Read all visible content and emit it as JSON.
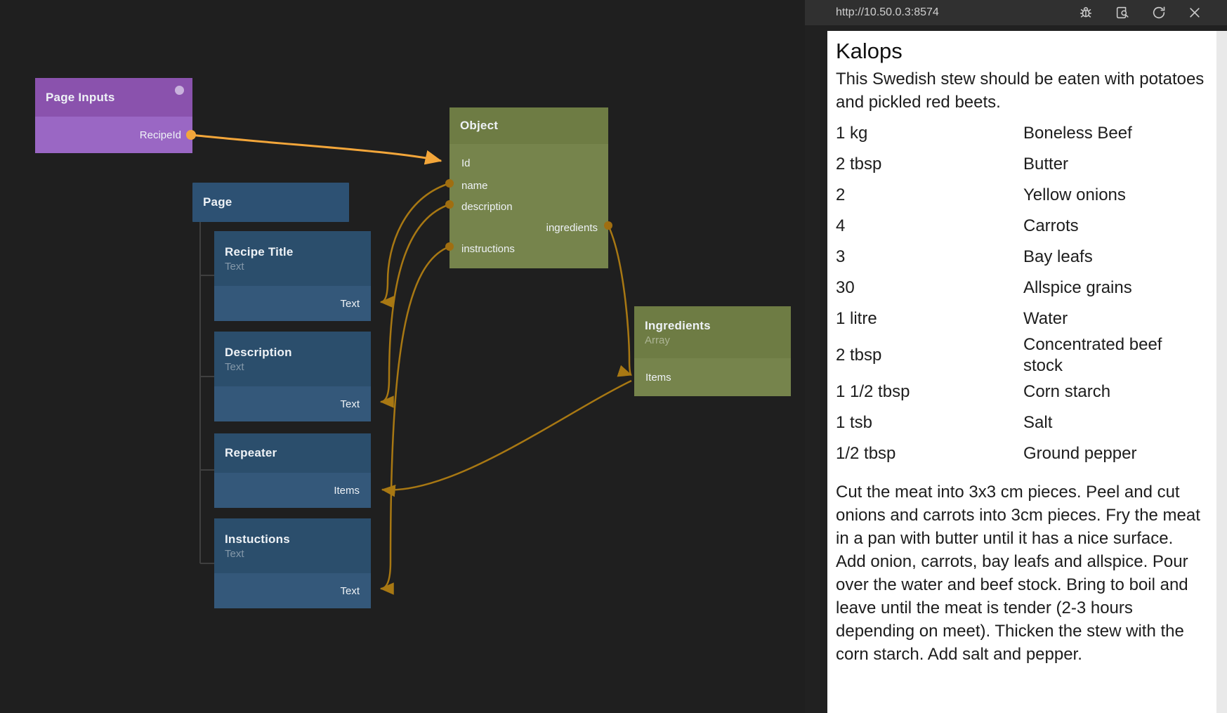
{
  "graph": {
    "page_inputs": {
      "title": "Page Inputs",
      "output_port": "RecipeId"
    },
    "page": {
      "title": "Page"
    },
    "recipe_title": {
      "title": "Recipe Title",
      "subtitle": "Text",
      "port": "Text"
    },
    "description": {
      "title": "Description",
      "subtitle": "Text",
      "port": "Text"
    },
    "repeater": {
      "title": "Repeater",
      "port": "Items"
    },
    "instructions_node": {
      "title": "Instuctions",
      "subtitle": "Text",
      "port": "Text"
    },
    "object": {
      "title": "Object",
      "ports": {
        "id": "Id",
        "name": "name",
        "description": "description",
        "ingredients": "ingredients",
        "instructions": "instructions"
      }
    },
    "ingredients_node": {
      "title": "Ingredients",
      "subtitle": "Array",
      "port": "Items"
    }
  },
  "preview": {
    "url": "http://10.50.0.3:8574",
    "icons": [
      "bug-icon",
      "open-in-browser-icon",
      "refresh-icon",
      "close-icon"
    ],
    "recipe": {
      "title": "Kalops",
      "description": "This Swedish stew should be eaten with potatoes and pickled red beets.",
      "ingredients": [
        {
          "amount": "1 kg",
          "name": "Boneless Beef"
        },
        {
          "amount": "2 tbsp",
          "name": "Butter"
        },
        {
          "amount": "2",
          "name": "Yellow onions"
        },
        {
          "amount": "4",
          "name": "Carrots"
        },
        {
          "amount": "3",
          "name": "Bay leafs"
        },
        {
          "amount": "30",
          "name": "Allspice grains"
        },
        {
          "amount": "1 litre",
          "name": "Water"
        },
        {
          "amount": "2 tbsp",
          "name": "Concentrated beef stock"
        },
        {
          "amount": "1 1/2 tbsp",
          "name": "Corn starch"
        },
        {
          "amount": "1 tsb",
          "name": "Salt"
        },
        {
          "amount": "1/2 tbsp",
          "name": "Ground pepper"
        }
      ],
      "instructions": "Cut the meat into 3x3 cm pieces. Peel and cut onions and carrots into 3cm pieces. Fry the meat in a pan with butter until it has a nice surface. Add onion, carrots, bay leafs and allspice. Pour over the water and beef stock. Bring to boil and leave until the meat is tender (2-3 hours depending on meet). Thicken the stew with the corn starch. Add salt and pepper."
    }
  },
  "colors": {
    "connection_active": "#f3a63a",
    "connection": "#a87813",
    "node_purple": "#8a52ad",
    "node_blue": "#2d5173",
    "node_green": "#6e7c44",
    "canvas_bg": "#1f1f1f"
  }
}
